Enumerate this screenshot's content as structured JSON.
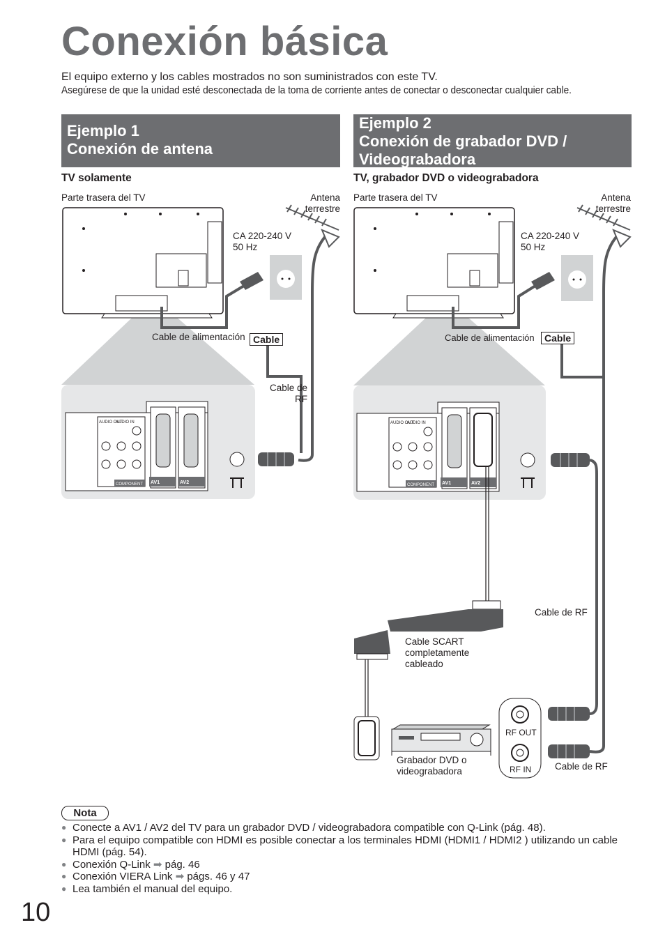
{
  "page": {
    "title": "Conexión básica",
    "intro_line1": "El equipo externo y los cables mostrados no son suministrados con este TV.",
    "intro_line2": "Asegúrese de que la unidad esté desconectada de la toma de corriente antes de conectar o desconectar cualquier cable.",
    "page_number": "10"
  },
  "example1": {
    "header_line1": "Ejemplo 1",
    "header_line2": "Conexión de antena",
    "subtitle": "TV solamente",
    "rear_label": "Parte trasera del TV",
    "antenna_label_1": "Antena",
    "antenna_label_2": "terrestre",
    "power_label_1": "CA 220-240 V",
    "power_label_2": "50 Hz",
    "power_cable_label": "Cable de alimentación",
    "cable_tag": "Cable",
    "rf_label_1": "Cable de",
    "rf_label_2": "RF"
  },
  "example2": {
    "header_line1": "Ejemplo 2",
    "header_line2": "Conexión de grabador DVD /",
    "header_line3": "Videograbadora",
    "subtitle": "TV, grabador DVD o videograbadora",
    "rear_label": "Parte trasera del TV",
    "antenna_label_1": "Antena",
    "antenna_label_2": "terrestre",
    "power_label_1": "CA 220-240 V",
    "power_label_2": "50 Hz",
    "power_cable_label": "Cable de alimentación",
    "cable_tag": "Cable",
    "rf_label_top": "Cable de RF",
    "scart_label_1": "Cable SCART",
    "scart_label_2": "completamente",
    "scart_label_3": "cableado",
    "rf_out": "RF OUT",
    "rf_in": "RF IN",
    "recorder_label_1": "Grabador DVD o",
    "recorder_label_2": "videograbadora",
    "rf_label_bottom": "Cable de RF"
  },
  "panel_labels": {
    "audio_out": "AUDIO OUT",
    "audio_in": "AUDIO IN",
    "component": "COMPONENT",
    "av1": "AV1",
    "av2": "AV2"
  },
  "notes": {
    "title": "Nota",
    "items": [
      "Conecte a AV1 / AV2 del TV para un grabador DVD / videograbadora compatible con Q-Link (pág. 48).",
      "Para el equipo compatible con HDMI es posible conectar a los terminales HDMI (HDMI1 / HDMI2 ) utilizando un cable HDMI (pág. 54)."
    ],
    "qlink_text": "Conexión Q-Link",
    "qlink_page": "pág. 46",
    "viera_text": "Conexión VIERA Link",
    "viera_page": "págs. 46 y 47",
    "last": "Lea también el manual del equipo."
  },
  "colors": {
    "header_bg": "#6d6e71",
    "title_color": "#6d6e71",
    "panel_bg": "#e6e7e8",
    "cable_color": "#58595b"
  }
}
